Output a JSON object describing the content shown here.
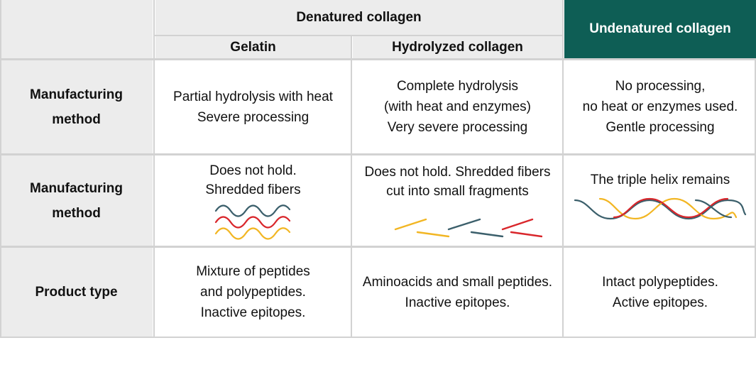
{
  "header": {
    "group_title": "Denatured collagen",
    "col_gelatin": "Gelatin",
    "col_hydrolyzed": "Hydrolyzed collagen",
    "col_undenatured": "Undenatured collagen"
  },
  "rows": [
    {
      "label_lines": [
        "Manufacturing",
        "method"
      ],
      "gelatin": [
        "Partial hydrolysis with heat",
        "Severe processing"
      ],
      "hydrolyzed": [
        "Complete hydrolysis",
        "(with heat and enzymes)",
        "Very severe processing"
      ],
      "undenatured": [
        "No processing,",
        "no heat or enzymes used.",
        "Gentle processing"
      ]
    },
    {
      "label_lines": [
        "Manufacturing",
        "method"
      ],
      "gelatin": [
        "Does not hold.",
        "Shredded fibers"
      ],
      "hydrolyzed": [
        "Does not hold. Shredded fibers",
        "cut into small fragments"
      ],
      "undenatured": [
        "The triple helix remains"
      ]
    },
    {
      "label_lines": [
        "Product type"
      ],
      "gelatin": [
        "Mixture of peptides",
        "and polypeptides.",
        "Inactive epitopes."
      ],
      "hydrolyzed": [
        "Aminoacids and small peptides.",
        "Inactive epitopes."
      ],
      "undenatured": [
        "Intact polypeptides.",
        "Active epitopes."
      ]
    }
  ],
  "colors": {
    "teal": "#0e5e55",
    "strand_dark": "#3b5f6b",
    "strand_red": "#d9262b",
    "strand_yellow": "#f2b623",
    "header_gray": "#ececec"
  }
}
